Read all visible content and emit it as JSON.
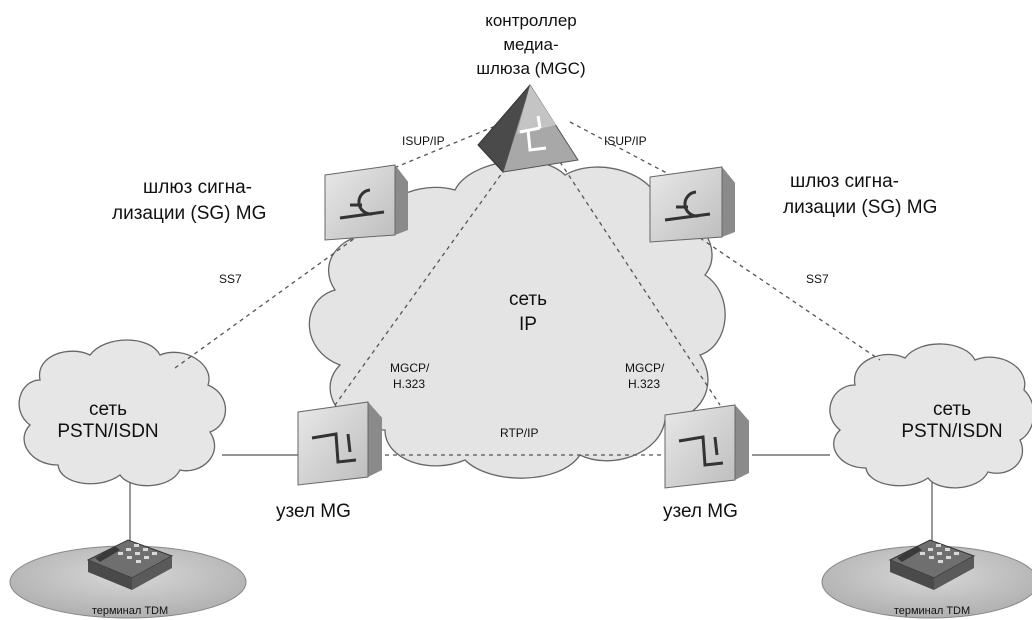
{
  "mgc": {
    "line1": "контроллер",
    "line2": "медиа-",
    "line3": "шлюза (MGC)"
  },
  "sg_left": {
    "line1": "шлюз сигна-",
    "line2": "лизации (SG) MG"
  },
  "sg_right": {
    "line1": "шлюз сигна-",
    "line2": "лизации (SG) MG"
  },
  "ip_cloud": {
    "line1": "сеть",
    "line2": "IP"
  },
  "pstn_left": {
    "line1": "сеть",
    "line2": "PSTN/ISDN"
  },
  "pstn_right": {
    "line1": "сеть",
    "line2": "PSTN/ISDN"
  },
  "links": {
    "isup_left": "ISUP/IP",
    "isup_right": "ISUP/IP",
    "ss7_left": "SS7",
    "ss7_right": "SS7",
    "mgcp_left_1": "MGCP/",
    "mgcp_left_2": "H.323",
    "mgcp_right_1": "MGCP/",
    "mgcp_right_2": "H.323",
    "rtp": "RTP/IP"
  },
  "mg_left": "узел MG",
  "mg_right": "узел MG",
  "terminal_left": "терминал TDM",
  "terminal_right": "терминал TDM"
}
